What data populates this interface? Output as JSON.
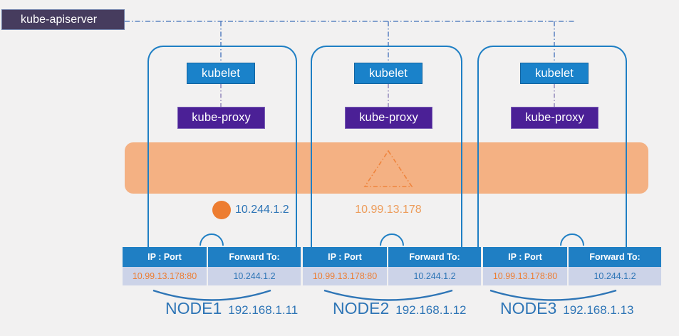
{
  "diagram": {
    "title_box": {
      "label": "kube-apiserver"
    },
    "service_band": {
      "service_ip": "10.99.13.178",
      "color": "#f4b183"
    },
    "pod": {
      "ip": "10.244.1.2",
      "color": "#ed7d31"
    },
    "colors": {
      "node_border": "#1f7fc4",
      "kubelet": "#1a82ca",
      "kube_proxy": "#4b2096",
      "apiserver": "#463c5e",
      "table_header": "#1f7fc4",
      "table_cell": "#ccd3e8",
      "blue_text": "#2e75b6",
      "orange_text": "#ed7d31",
      "background": "#f2f1f1"
    },
    "table_headers": [
      "IP : Port",
      "Forward To:"
    ],
    "nodes": [
      {
        "name": "NODE1",
        "address": "192.168.1.11",
        "kubelet_label": "kubelet",
        "kube_proxy_label": "kube-proxy",
        "rule": {
          "ip_port": "10.99.13.178:80",
          "forward_to": "10.244.1.2"
        }
      },
      {
        "name": "NODE2",
        "address": "192.168.1.12",
        "kubelet_label": "kubelet",
        "kube_proxy_label": "kube-proxy",
        "rule": {
          "ip_port": "10.99.13.178:80",
          "forward_to": "10.244.1.2"
        }
      },
      {
        "name": "NODE3",
        "address": "192.168.1.13",
        "kubelet_label": "kubelet",
        "kube_proxy_label": "kube-proxy",
        "rule": {
          "ip_port": "10.99.13.178:80",
          "forward_to": "10.244.1.2"
        }
      }
    ]
  }
}
